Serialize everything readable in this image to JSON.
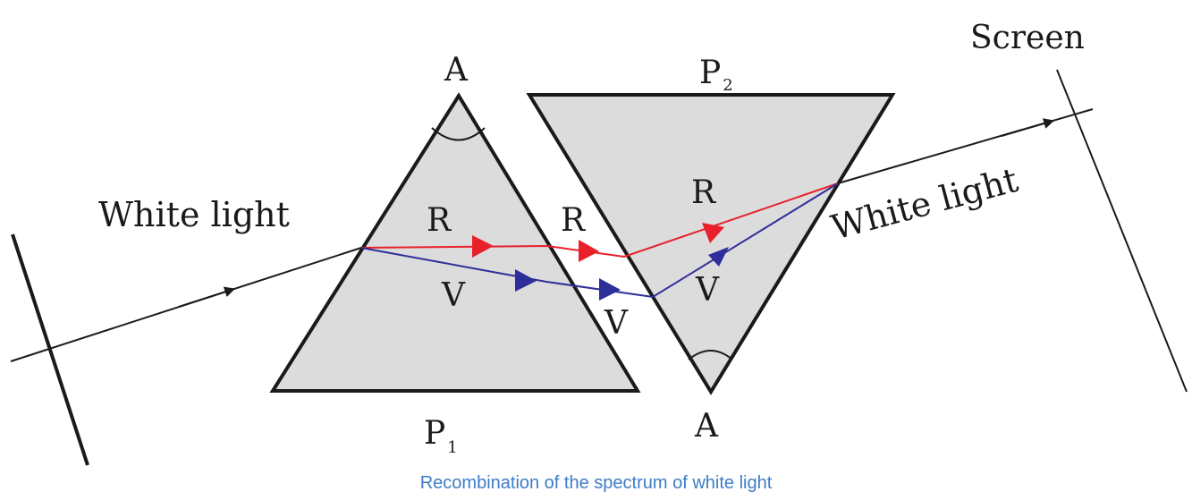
{
  "diagram": {
    "label_screen": "Screen",
    "label_white_light_in": "White light",
    "label_white_light_out": "White light",
    "prism1": {
      "apex": "A",
      "name": "P",
      "subscript": "1"
    },
    "prism2": {
      "apex": "A",
      "name": "P",
      "subscript": "2"
    },
    "ray_labels": {
      "r_in_prism1": "R",
      "v_in_prism1": "V",
      "r_gap": "R",
      "v_gap": "V",
      "r_in_prism2": "R",
      "v_in_prism2": "V"
    },
    "colors": {
      "red_ray": "#e8202a",
      "violet_ray": "#2e2e9a",
      "prism_fill": "#dcdcdc",
      "stroke": "#1a1a1a",
      "caption": "#3d7cc9"
    }
  },
  "caption": "Recombination of the spectrum of white light"
}
